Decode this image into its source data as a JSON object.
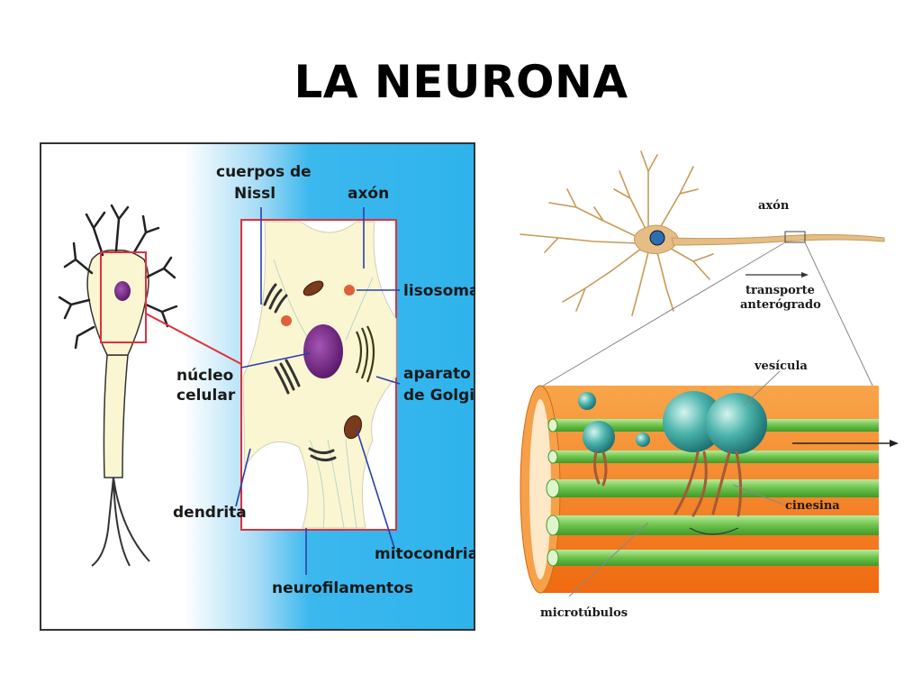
{
  "slide": {
    "title": "LA NEURONA"
  },
  "left_figure": {
    "labels": {
      "nissl_1": "cuerpos de",
      "nissl_2": "Nissl",
      "axon": "axón",
      "lisosoma": "lisosoma",
      "nucleo_1": "núcleo",
      "nucleo_2": "celular",
      "golgi_1": "aparato",
      "golgi_2": "de Golgi",
      "dendrita": "dendrita",
      "mitocondria": "mitocondria",
      "neurofilamentos": "neurofilamentos"
    },
    "colors": {
      "background": "#2fb3ec",
      "cell": "#fbf6d2",
      "outline": "#e0303a",
      "nucleus": "#7a2c86"
    }
  },
  "right_figure": {
    "labels": {
      "axon": "axón",
      "transporte_1": "transporte",
      "transporte_2": "anterógrado",
      "vesicula": "vesícula",
      "cinesina": "cinesina",
      "microtubulos": "microtúbulos"
    },
    "colors": {
      "tube": "#f57f17",
      "microtubule": "#7ccf5a",
      "vesicle": "#2a9d9d",
      "neuron": "#e5bd85",
      "motor": "#a45a36"
    }
  }
}
